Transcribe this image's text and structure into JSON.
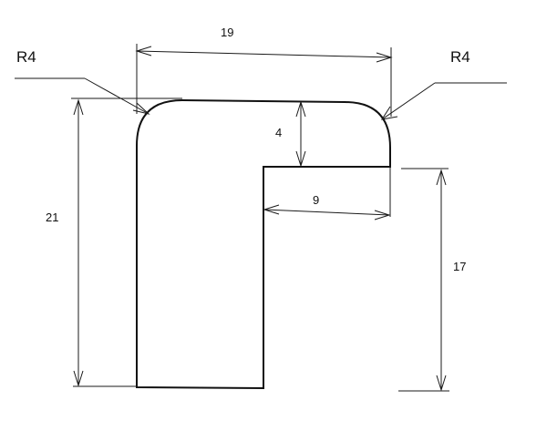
{
  "drawing": {
    "dimensions": {
      "overall_width": "19",
      "overall_height": "21",
      "flange_thickness": "4",
      "inner_width": "9",
      "inner_height": "17"
    },
    "radii": {
      "left": "R4",
      "right": "R4"
    }
  }
}
